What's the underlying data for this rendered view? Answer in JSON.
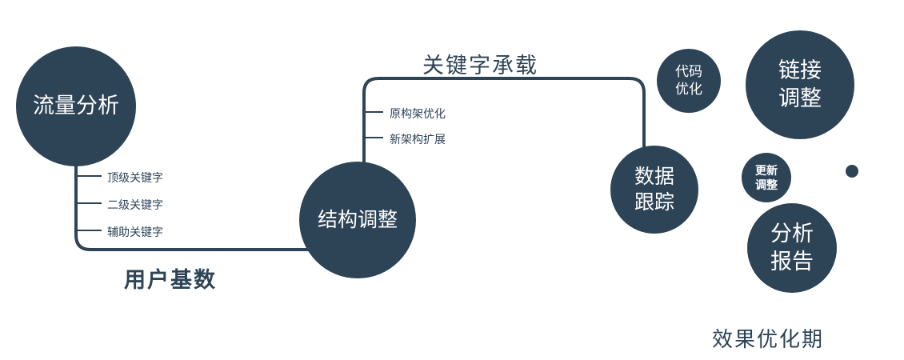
{
  "colors": {
    "primary": "#2d4356",
    "node_text": "#ffffff"
  },
  "nodes": {
    "traffic": {
      "label": "流量分析"
    },
    "structure": {
      "label": "结构调整"
    },
    "data_tracking": {
      "line1": "数据",
      "line2": "跟踪"
    },
    "code_optimization": {
      "line1": "代码",
      "line2": "优化"
    },
    "link_adjustment": {
      "line1": "链接",
      "line2": "调整"
    },
    "update_adjustment": {
      "line1": "更新",
      "line2": "调整"
    },
    "analysis_report": {
      "line1": "分析",
      "line2": "报告"
    }
  },
  "edges": {
    "user_base": "用户基数",
    "keyword_carry": "关键字承载"
  },
  "branches": {
    "traffic": [
      "顶级关键字",
      "二级关键字",
      "辅助关键字"
    ],
    "structure": [
      "原构架优化",
      "新架构扩展"
    ]
  },
  "footer": "效果优化期"
}
